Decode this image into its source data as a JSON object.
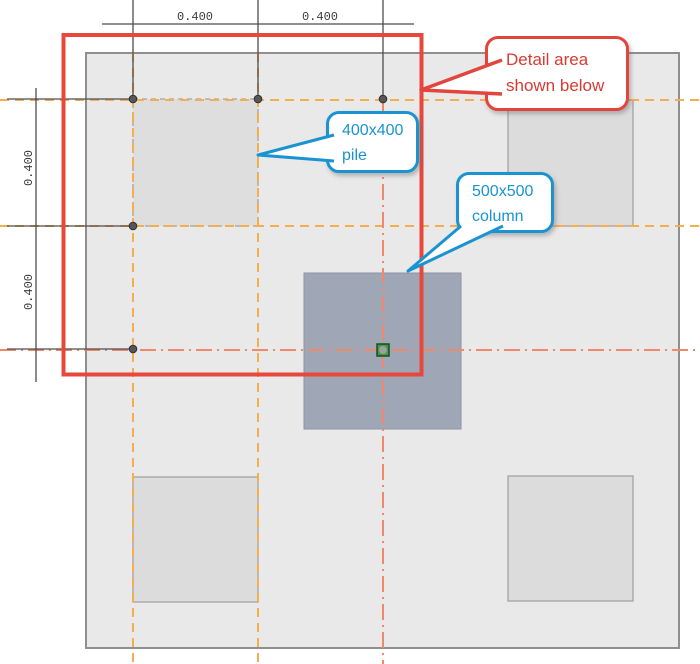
{
  "figure": {
    "type": "foundation-plan-detail",
    "dimensions_top": [
      "0.400",
      "0.400"
    ],
    "dimensions_left": [
      "0.400",
      "0.400"
    ],
    "callouts": {
      "detail_area": {
        "line1": "Detail area",
        "line2": "shown below"
      },
      "pile": {
        "line1": "400x400",
        "line2": "pile"
      },
      "column": {
        "line1": "500x500",
        "line2": "column"
      }
    },
    "colors": {
      "detail_accent": "#e2453c",
      "callout_accent": "#1a93d1",
      "grid_orange": "#f5ae4d",
      "centerline_salmon": "#f0886a",
      "foundation_fill": "#e9e9e9",
      "pile_fill": "#dcdcdc",
      "column_fill": "#9fa6b5",
      "marker_green": "#3f9b45"
    }
  }
}
